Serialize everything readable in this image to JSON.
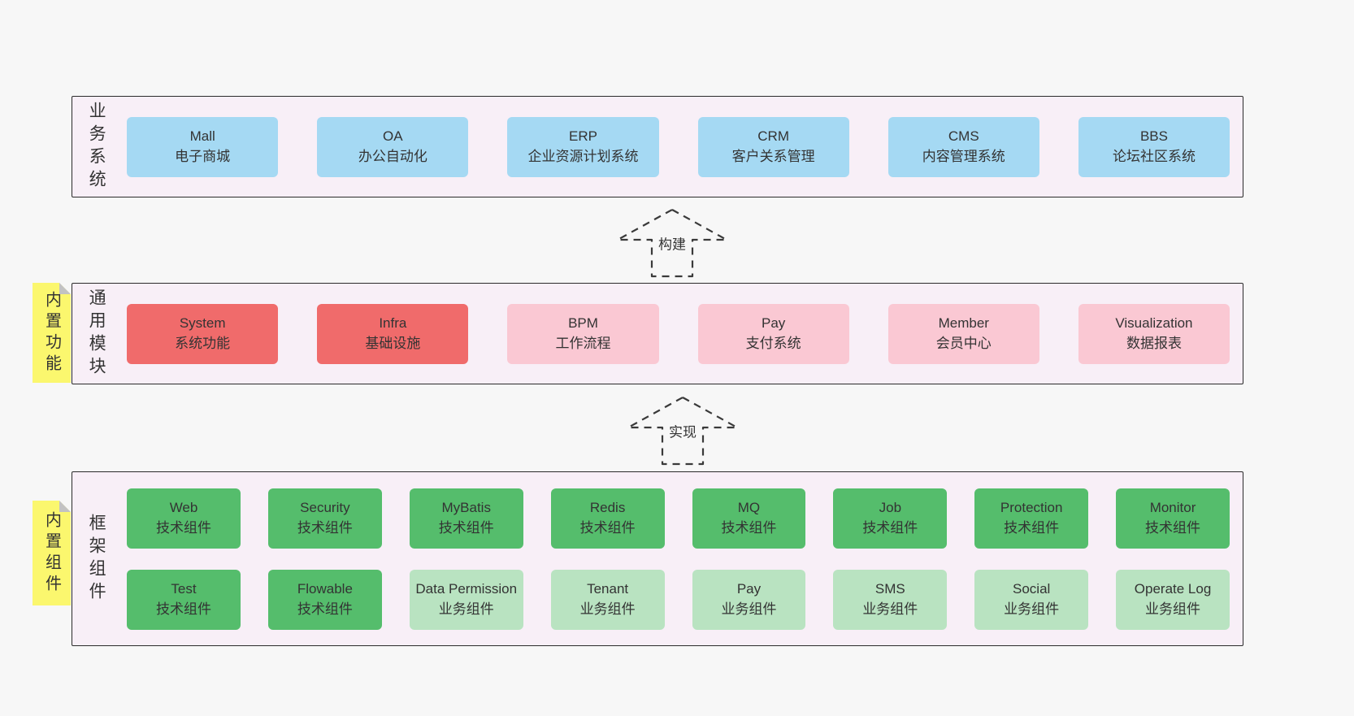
{
  "colors": {
    "page_bg": "#f7f7f7",
    "band_bg": "#f8eff7",
    "band_border": "#2b2b2b",
    "business_box": "#a5d9f3",
    "core_module_box": "#f06b6b",
    "optional_module_box": "#fac8d3",
    "tech_component_box": "#55bd6c",
    "biz_component_box": "#b9e3c1",
    "sticky_note": "#fbf76e"
  },
  "arrows": {
    "build": "构建",
    "implement": "实现"
  },
  "bands": {
    "business": {
      "label": "业务系统",
      "boxes": [
        {
          "title": "Mall",
          "subtitle": "电子商城"
        },
        {
          "title": "OA",
          "subtitle": "办公自动化"
        },
        {
          "title": "ERP",
          "subtitle": "企业资源计划系统"
        },
        {
          "title": "CRM",
          "subtitle": "客户关系管理"
        },
        {
          "title": "CMS",
          "subtitle": "内容管理系统"
        },
        {
          "title": "BBS",
          "subtitle": "论坛社区系统"
        }
      ]
    },
    "modules": {
      "label": "通用模块",
      "sticky": "内置功能",
      "boxes": [
        {
          "title": "System",
          "subtitle": "系统功能"
        },
        {
          "title": "Infra",
          "subtitle": "基础设施"
        },
        {
          "title": "BPM",
          "subtitle": "工作流程"
        },
        {
          "title": "Pay",
          "subtitle": "支付系统"
        },
        {
          "title": "Member",
          "subtitle": "会员中心"
        },
        {
          "title": "Visualization",
          "subtitle": "数据报表"
        }
      ]
    },
    "components": {
      "label": "框架组件",
      "sticky": "内置组件",
      "row1": [
        {
          "title": "Web",
          "subtitle": "技术组件"
        },
        {
          "title": "Security",
          "subtitle": "技术组件"
        },
        {
          "title": "MyBatis",
          "subtitle": "技术组件"
        },
        {
          "title": "Redis",
          "subtitle": "技术组件"
        },
        {
          "title": "MQ",
          "subtitle": "技术组件"
        },
        {
          "title": "Job",
          "subtitle": "技术组件"
        },
        {
          "title": "Protection",
          "subtitle": "技术组件"
        },
        {
          "title": "Monitor",
          "subtitle": "技术组件"
        }
      ],
      "row2": [
        {
          "title": "Test",
          "subtitle": "技术组件"
        },
        {
          "title": "Flowable",
          "subtitle": "技术组件"
        },
        {
          "title": "Data Permission",
          "subtitle": "业务组件"
        },
        {
          "title": "Tenant",
          "subtitle": "业务组件"
        },
        {
          "title": "Pay",
          "subtitle": "业务组件"
        },
        {
          "title": "SMS",
          "subtitle": "业务组件"
        },
        {
          "title": "Social",
          "subtitle": "业务组件"
        },
        {
          "title": "Operate Log",
          "subtitle": "业务组件"
        }
      ]
    }
  }
}
